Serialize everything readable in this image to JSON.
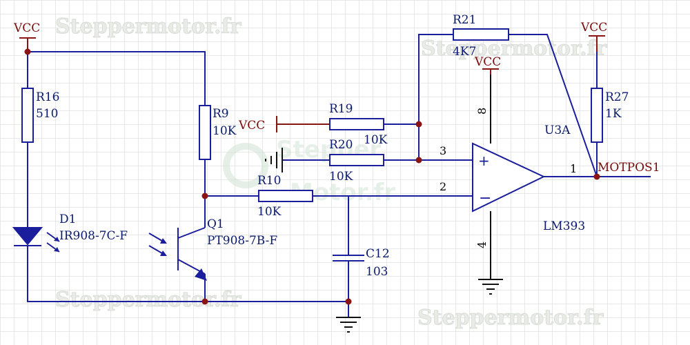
{
  "watermark": "Steppermotor.fr",
  "power_labels": {
    "vcc_top_left": "VCC",
    "vcc_r9_feed": "VCC",
    "vcc_opamp": "VCC",
    "vcc_right": "VCC"
  },
  "components": {
    "r16": {
      "ref": "R16",
      "value": "510"
    },
    "r9": {
      "ref": "R9",
      "value": "10K"
    },
    "r19": {
      "ref": "R19",
      "value": "10K"
    },
    "r20": {
      "ref": "R20",
      "value": "10K"
    },
    "r10": {
      "ref": "R10",
      "value": "10K"
    },
    "r21": {
      "ref": "R21",
      "value": "4K7"
    },
    "r27": {
      "ref": "R27",
      "value": "1K"
    },
    "c12": {
      "ref": "C12",
      "value": "103"
    },
    "d1": {
      "ref": "D1",
      "value": "IR908-7C-F"
    },
    "q1": {
      "ref": "Q1",
      "value": "PT908-7B-F"
    },
    "u3a": {
      "ref": "U3A",
      "value": "LM393"
    }
  },
  "pins": {
    "noninv": "3",
    "inv": "2",
    "out": "1",
    "vplus": "8",
    "gnd": "4"
  },
  "net_label": "MOTPOS1"
}
